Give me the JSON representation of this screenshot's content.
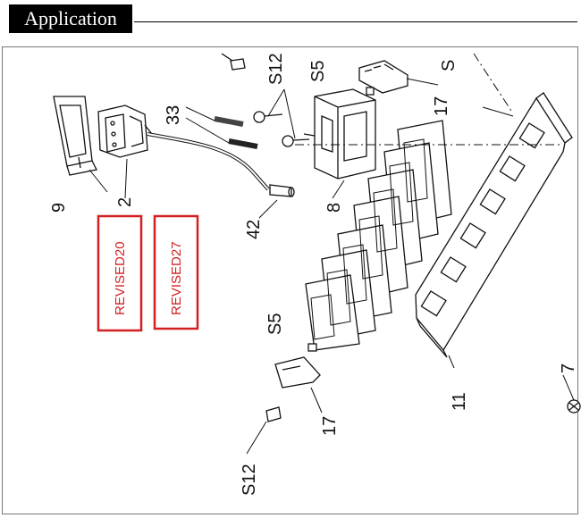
{
  "header": {
    "title": "Application"
  },
  "revision_stamps": [
    "REVISED20",
    "REVISED27"
  ],
  "callouts": {
    "screw_top": "S12",
    "clip_top": "S5",
    "clip_top_edge": "S",
    "part_17_top": "17",
    "part_33": "33",
    "part_9": "9",
    "part_2": "2",
    "part_42": "42",
    "part_8": "8",
    "clip_bottom": "S5",
    "part_17_bottom": "17",
    "screw_bottom": "S12",
    "part_11": "11",
    "part_7": "7"
  },
  "colors": {
    "stamp": "#d32020",
    "line": "#111111",
    "frame": "#777777"
  }
}
